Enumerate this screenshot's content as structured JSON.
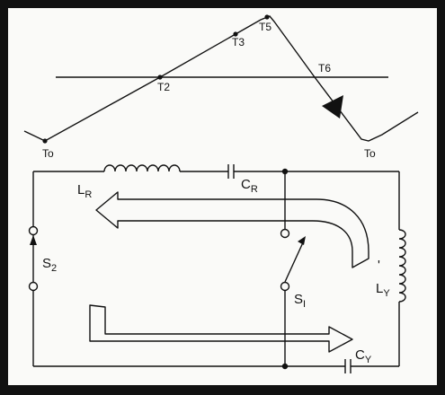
{
  "waveform": {
    "points": [
      {
        "label": "To"
      },
      {
        "label": "T2"
      },
      {
        "label": "T3"
      },
      {
        "label": "T5"
      },
      {
        "label": "T6"
      },
      {
        "label": "To"
      }
    ]
  },
  "circuit": {
    "inductor_r": {
      "main": "L",
      "sub": "R"
    },
    "capacitor_r": {
      "main": "C",
      "sub": "R"
    },
    "inductor_y": {
      "main": "L",
      "sub": "Y",
      "mark": "'"
    },
    "capacitor_y": {
      "main": "C",
      "sub": "Y"
    },
    "switch_1": {
      "main": "S",
      "sub": "I"
    },
    "switch_2": {
      "main": "S",
      "sub": "2"
    }
  }
}
